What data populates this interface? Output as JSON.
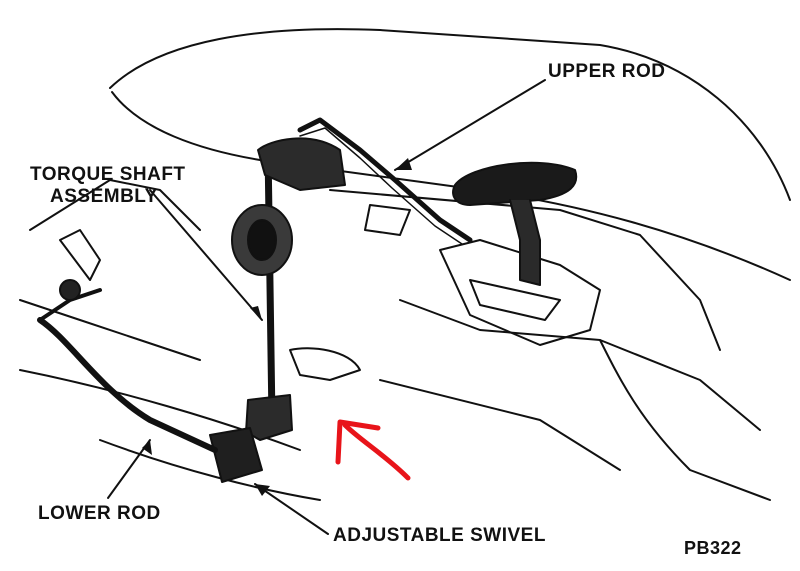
{
  "labels": {
    "upper_rod": "UPPER ROD",
    "torque_shaft_line1": "TORQUE SHAFT",
    "torque_shaft_line2": "ASSEMBLY",
    "lower_rod": "LOWER ROD",
    "adjustable_swivel": "ADJUSTABLE SWIVEL",
    "figure_code": "PB322"
  },
  "colors": {
    "ink": "#111111",
    "annotation_arrow": "#e8141a"
  }
}
